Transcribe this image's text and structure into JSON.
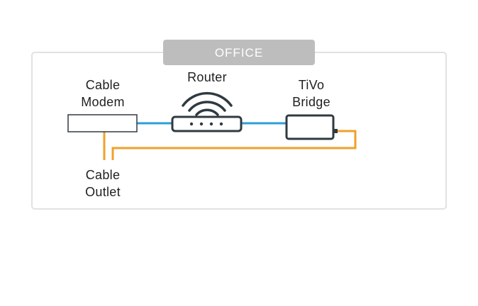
{
  "room": {
    "title": "OFFICE"
  },
  "devices": {
    "cable_modem": {
      "line1": "Cable",
      "line2": "Modem"
    },
    "router": {
      "label": "Router"
    },
    "tivo_bridge": {
      "line1": "TiVo",
      "line2": "Bridge"
    },
    "cable_outlet": {
      "line1": "Cable",
      "line2": "Outlet"
    }
  },
  "colors": {
    "room_border": "#e2e2e2",
    "room_title_bg": "#bdbdbd",
    "ethernet": "#2a9fd6",
    "coax": "#f0a02a",
    "device_stroke": "#2f3a40"
  }
}
